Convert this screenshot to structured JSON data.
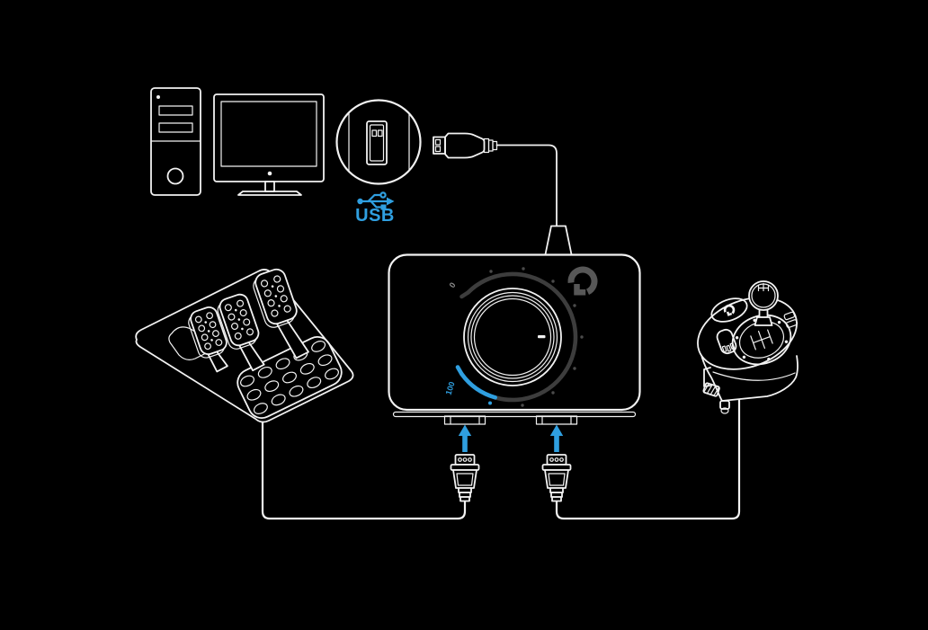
{
  "labels": {
    "usb": "USB",
    "dial_min": "0",
    "dial_max": "100"
  },
  "colors": {
    "background": "#000000",
    "line_white": "#f2f2f2",
    "accent_blue": "#2f9fe0",
    "dial_arc_gray": "#3d3d3d",
    "tick_gray": "#4b4b4b",
    "logo_gray": "#575757",
    "dial_min_gray": "#8e8e8e"
  },
  "icons": {
    "computer_tower": "desktop-tower-outline",
    "monitor": "monitor-outline",
    "usb_port_callout": "usb-a-port-in-circle",
    "usb_trident": "usb-symbol",
    "usb_plug": "usb-a-plug",
    "wheel_base": "wheel-base-bottom-view",
    "rotation_dial": "rotation-range-dial-0-100",
    "logitech_g_logo": "logitech-g",
    "pedals": "three-pedal-unit-outline",
    "shifter": "h-pattern-shifter-outline",
    "db9_connector": "serial-connector-plug",
    "up_arrow": "blue-up-arrow"
  }
}
